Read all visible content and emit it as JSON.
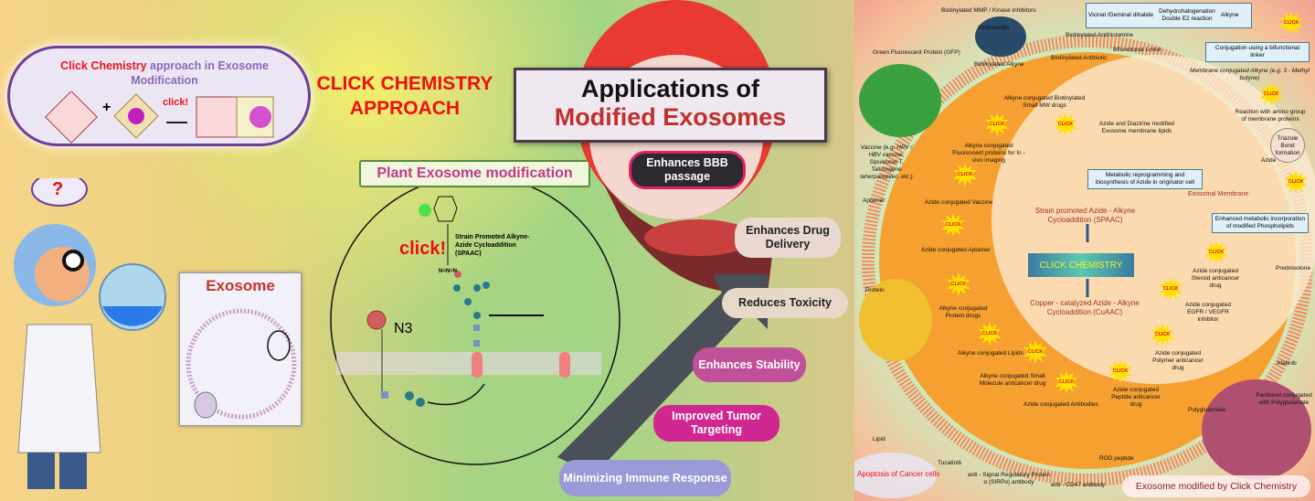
{
  "left": {
    "cloud_title_red": "Click Chemistry",
    "cloud_title_rest": " approach in Exosome Modification",
    "cloud_click": "click!",
    "question": "?",
    "main_title": "CLICK CHEMISTRY APPROACH",
    "exosome_label": "Exosome",
    "plant_title": "Plant Exosome modification",
    "spaac_label": "Strain Promoted Alkyne-Azide Cycloaddition (SPAAC)",
    "click": "click!",
    "azide": "N=N=N",
    "n3": "N3"
  },
  "applications": {
    "title_line1": "Applications of",
    "title_line2": "Modified Exosomes",
    "items": [
      "Enhances BBB passage",
      "Enhances Drug Delivery",
      "Reduces Toxicity",
      "Enhances Stability",
      "Improved Tumor Targeting",
      "Minimizing Immune Response"
    ]
  },
  "right": {
    "labels": [
      "Biotinylated MMP / Kinase inhibitors",
      "Streptavidin",
      "Biotinylated Antihistamine",
      "Biotinylated Antibiotic",
      "Biotinylated Alkyne",
      "Green Fluorescent Protein (GFP)",
      "Alkyne conjugated Biotinylated Small MW drugs",
      "Alkyne conjugated Fluorescent proteins for In - vivo imaging",
      "Vaccine (e.g. HPV / HBV vaccine, Sipuleucel-T, Talimogene laherparepvec, etc.)",
      "Aptamer",
      "Azide conjugated Vaccine",
      "Azide conjugated Aptamer",
      "Protein",
      "Alkyne conjugated Protein drugs",
      "Alkyne conjugated Lipids",
      "Alkyne conjugated Small Molecule anticancer drug",
      "Azide conjugated Antibodies",
      "Lipid",
      "Tucatinib",
      "anti - Signal Regulatory Protein α (SIRPα) antibody",
      "anti - CD47 antibody",
      "RGD peptide",
      "Azide conjugated Peptide anticancer drug",
      "Azide conjugated Polymer anticancer drug",
      "Polyglutamate",
      "Paclitaxel conjugated with Polyglutamate",
      "Afatinib",
      "Azide conjugated EGFR / VEGFR inhibitor",
      "Azide conjugated Steroid anticancer drug",
      "Prednisolone",
      "Azide",
      "Reaction with amino group of membrane proteins",
      "Membrane conjugated Alkyne (e.g. 3 - Methyl butyne)",
      "Bifunctional Linker",
      "Azide and Diazirine modified Exosome membrane lipids"
    ],
    "exosomal_membrane": "Exosomal Membrane",
    "triazole": "Triazole Bond formation",
    "box_reaction": {
      "reactant": "Vicinal /Geminal dihalide",
      "top": "Dehydrohalogenation",
      "bottom": "Double E2 reaction",
      "product": "Alkyne"
    },
    "box_conjugation": "Conjugation using a bifunctional linker",
    "box_metabolic": "Metabolic reprogramming and biosynthesis of Azide in originator cell",
    "box_enhanced": "Enhanced metabolic incorporation of modified Phospholipids",
    "spaac": "Strain promoted Azide - Alkyne Cycloaddition (SPAAC)",
    "click_chemistry": "CLICK CHEMISTRY",
    "cuaac": "Copper - catalyzed Azide - Alkyne Cycloaddition (CuAAC)",
    "click_burst": "CLICK",
    "apoptosis": "Apoptosis of Cancer cells",
    "caption": "Exosome modified by Click Chemistry"
  },
  "colors": {
    "accent_red": "#ee1010",
    "exosome_orange": "#f5a030",
    "pill_dark": "#3a2a30"
  }
}
